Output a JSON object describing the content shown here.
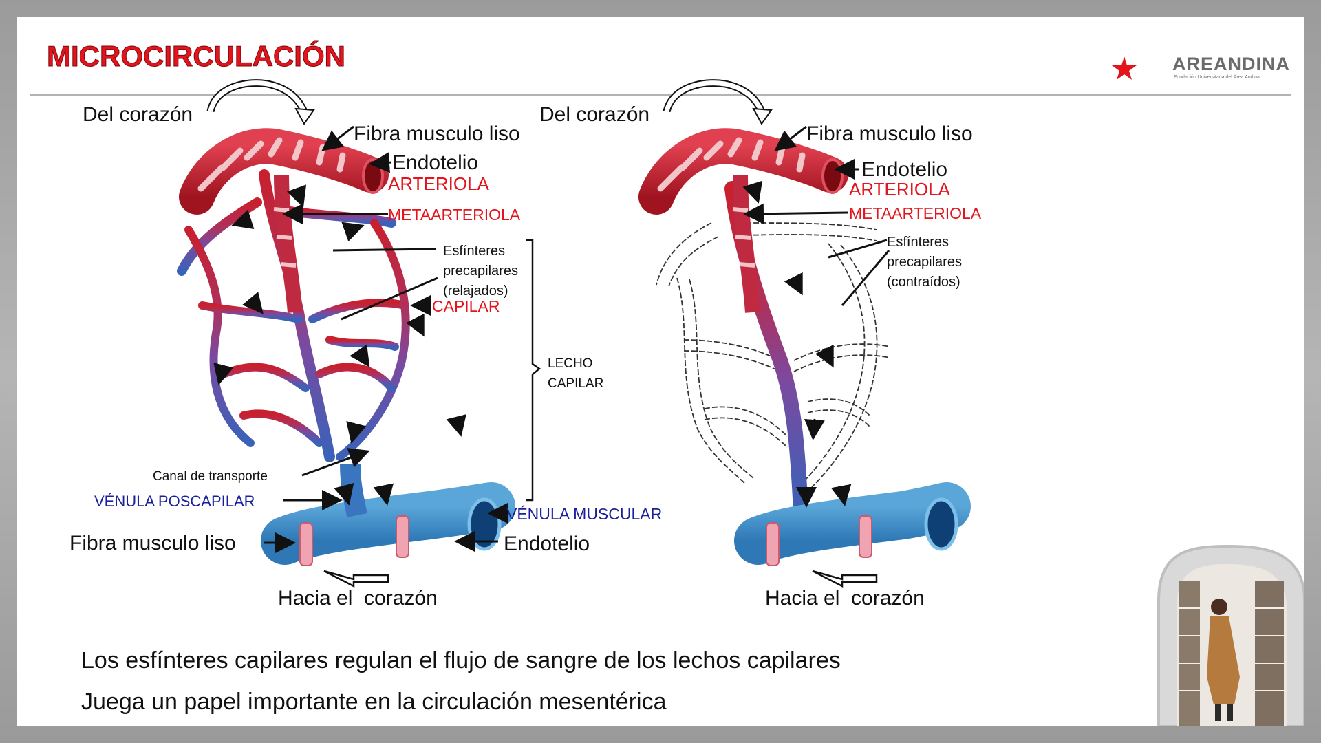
{
  "title": "MICROCIRCULACIÓN",
  "logo": {
    "name": "AREANDINA",
    "subtitle": "Fundación Universitaria del Área Andina",
    "star_color": "#e3141b",
    "text_color": "#6b6b6b"
  },
  "colors": {
    "title": "#e3141b",
    "red_label": "#e3141b",
    "blue_label": "#1a1f9c",
    "black_label": "#111111",
    "artery": "#c8202e",
    "capillary": "#8a3f8a",
    "vein": "#3a86c2"
  },
  "left_diagram": {
    "from_heart": "Del corazón",
    "smooth_muscle_top": "Fibra musculo liso",
    "endothelium_top": "Endotelio",
    "arteriole": "ARTERIOLA",
    "metarteriole": "METAARTERIOLA",
    "sphincters": [
      "Esfínteres",
      "precapilares",
      "(relajados)"
    ],
    "capillary": "CAPILAR",
    "capillary_bed": [
      "LECHO",
      "CAPILAR"
    ],
    "transport_channel": "Canal de transporte",
    "postcapillary_venule": "VÉNULA POSCAPILAR",
    "muscular_venule": "VÉNULA MUSCULAR",
    "smooth_muscle_bottom": "Fibra musculo liso",
    "endothelium_bottom": "Endotelio",
    "to_heart": "Hacia el  corazón"
  },
  "right_diagram": {
    "from_heart": "Del corazón",
    "smooth_muscle_top": "Fibra musculo liso",
    "endothelium_top": "Endotelio",
    "arteriole": "ARTERIOLA",
    "metarteriole": "METAARTERIOLA",
    "sphincters": [
      "Esfínteres",
      "precapilares",
      "(contraídos)"
    ],
    "to_heart": "Hacia el  corazón"
  },
  "bullets": [
    "Los esfínteres capilares regulan el flujo de sangre de los lechos capilares",
    "Juega un papel importante en la circulación mesentérica"
  ]
}
